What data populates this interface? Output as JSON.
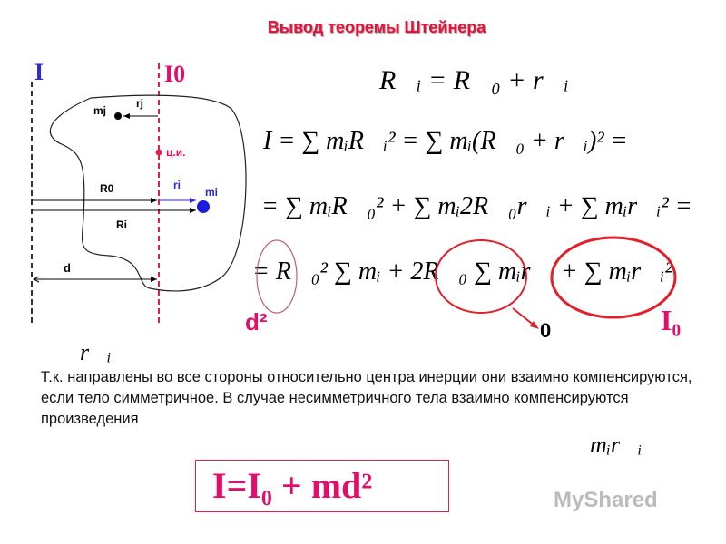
{
  "title": "Вывод теоремы Штейнера",
  "diagram": {
    "axis_I": "I",
    "axis_I0": "I0",
    "mj": "mj",
    "rj": "rj",
    "center_label": "ц.и.",
    "R0": "R0",
    "ri": "ri",
    "mi": "mi",
    "Ri": "Ri",
    "d": "d"
  },
  "equations": {
    "eq1": "R⃗ᵢ = R⃗₀ + r⃗ᵢ",
    "eq2": "I = ∑ mᵢR⃗ᵢ² = ∑ mᵢ(R⃗₀ + r⃗ᵢ)² =",
    "eq3": "= ∑ mᵢR⃗₀² + ∑ mᵢ2R⃗₀r⃗ᵢ + ∑ mᵢr⃗ᵢ² =",
    "eq4": "= R⃗₀² ∑ mᵢ + 2R⃗₀ ∑ mᵢr⃗ᵢ + ∑ mᵢr⃗ᵢ²"
  },
  "annotations": {
    "d2": "d²",
    "zero": "0",
    "I0": "I₀"
  },
  "paragraph": "Т.к.        направлены во все стороны относительно центра инерции они взаимно компенсируются, если тело симметричное. В случае несимметричного тела взаимно компенсируются произведения",
  "inline_ri": "r⃗ᵢ",
  "inline_miri": "mᵢr⃗ᵢ",
  "result": "I=I₀ + md²",
  "colors": {
    "accent": "#e0106a",
    "blue": "#2a2ad8",
    "red": "#e0204a"
  },
  "watermark": "MyShared"
}
